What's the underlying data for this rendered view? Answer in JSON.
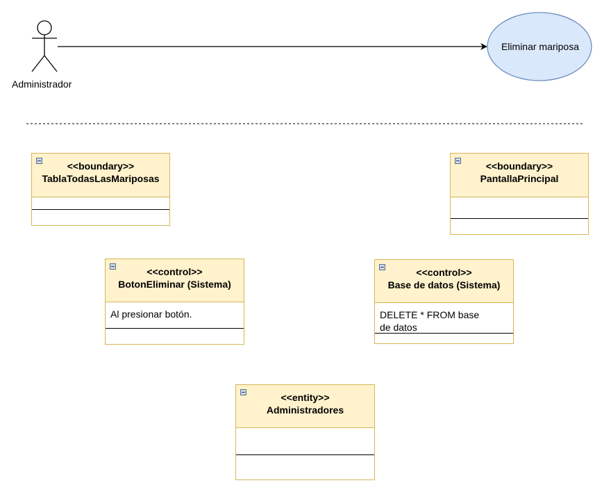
{
  "actor": {
    "label": "Administrador"
  },
  "usecase": {
    "label": "Eliminar mariposa"
  },
  "classes": {
    "tabla": {
      "stereotype": "<<boundary>>",
      "name": "TablaTodasLasMariposas",
      "attributes": ""
    },
    "pantalla": {
      "stereotype": "<<boundary>>",
      "name": "PantallaPrincipal",
      "attributes": ""
    },
    "boton": {
      "stereotype": "<<control>>",
      "name": "BotonEliminar (Sistema)",
      "attributes": "Al presionar botón."
    },
    "basedatos": {
      "stereotype": "<<control>>",
      "name": "Base de datos (Sistema)",
      "attributes_line1": "DELETE * FROM base",
      "attributes_line2": "de datos"
    },
    "admins": {
      "stereotype": "<<entity>>",
      "name": "Administradores",
      "attributes": ""
    }
  },
  "colors": {
    "class_fill": "#fff2cc",
    "class_border": "#d6b656",
    "usecase_fill": "#dae8fc",
    "usecase_border": "#6c8ebf"
  }
}
